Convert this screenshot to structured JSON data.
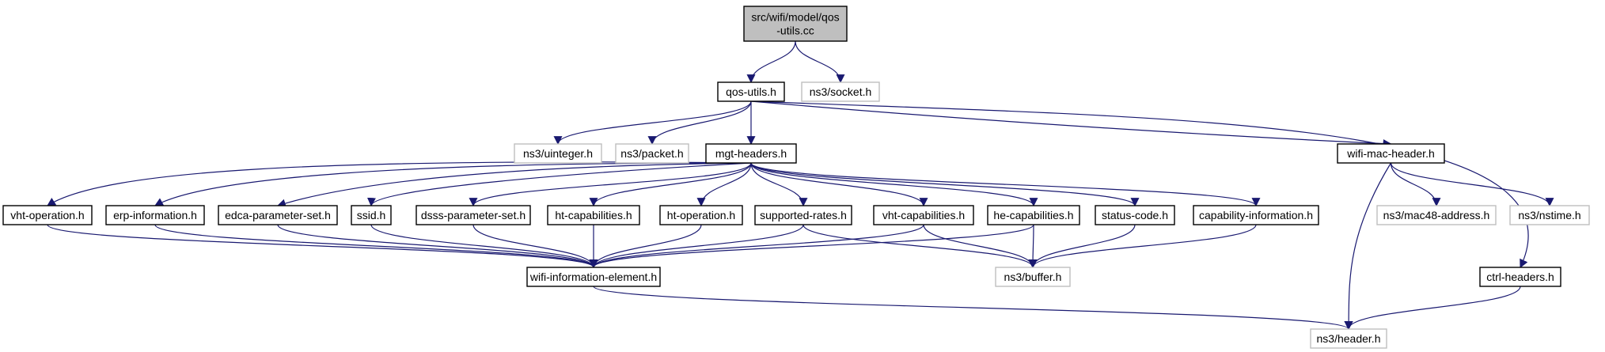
{
  "graph": {
    "colors": {
      "edge": "#191970",
      "node_border": "#000000",
      "external_border": "#bfbfbf",
      "root_fill": "#bfbfbf",
      "node_fill": "#ffffff"
    },
    "nodes": [
      {
        "id": "root",
        "lines": [
          "src/wifi/model/qos",
          "-utils.cc"
        ],
        "kind": "root"
      },
      {
        "id": "qos-utils",
        "lines": [
          "qos-utils.h"
        ],
        "kind": "file"
      },
      {
        "id": "socket",
        "lines": [
          "ns3/socket.h"
        ],
        "kind": "external"
      },
      {
        "id": "uinteger",
        "lines": [
          "ns3/uinteger.h"
        ],
        "kind": "external"
      },
      {
        "id": "packet",
        "lines": [
          "ns3/packet.h"
        ],
        "kind": "external"
      },
      {
        "id": "mgt-headers",
        "lines": [
          "mgt-headers.h"
        ],
        "kind": "file"
      },
      {
        "id": "wifi-mac-header",
        "lines": [
          "wifi-mac-header.h"
        ],
        "kind": "file"
      },
      {
        "id": "mac48",
        "lines": [
          "ns3/mac48-address.h"
        ],
        "kind": "external"
      },
      {
        "id": "nstime",
        "lines": [
          "ns3/nstime.h"
        ],
        "kind": "external"
      },
      {
        "id": "vht-operation",
        "lines": [
          "vht-operation.h"
        ],
        "kind": "file"
      },
      {
        "id": "erp-information",
        "lines": [
          "erp-information.h"
        ],
        "kind": "file"
      },
      {
        "id": "edca",
        "lines": [
          "edca-parameter-set.h"
        ],
        "kind": "file"
      },
      {
        "id": "ssid",
        "lines": [
          "ssid.h"
        ],
        "kind": "file"
      },
      {
        "id": "dsss",
        "lines": [
          "dsss-parameter-set.h"
        ],
        "kind": "file"
      },
      {
        "id": "ht-cap",
        "lines": [
          "ht-capabilities.h"
        ],
        "kind": "file"
      },
      {
        "id": "ht-op",
        "lines": [
          "ht-operation.h"
        ],
        "kind": "file"
      },
      {
        "id": "supported-rates",
        "lines": [
          "supported-rates.h"
        ],
        "kind": "file"
      },
      {
        "id": "vht-cap",
        "lines": [
          "vht-capabilities.h"
        ],
        "kind": "file"
      },
      {
        "id": "he-cap",
        "lines": [
          "he-capabilities.h"
        ],
        "kind": "file"
      },
      {
        "id": "status-code",
        "lines": [
          "status-code.h"
        ],
        "kind": "file"
      },
      {
        "id": "cap-info",
        "lines": [
          "capability-information.h"
        ],
        "kind": "file"
      },
      {
        "id": "wie",
        "lines": [
          "wifi-information-element.h"
        ],
        "kind": "file"
      },
      {
        "id": "buffer",
        "lines": [
          "ns3/buffer.h"
        ],
        "kind": "external"
      },
      {
        "id": "ctrl-headers",
        "lines": [
          "ctrl-headers.h"
        ],
        "kind": "file"
      },
      {
        "id": "header",
        "lines": [
          "ns3/header.h"
        ],
        "kind": "external"
      }
    ],
    "edges": [
      [
        "root",
        "qos-utils"
      ],
      [
        "root",
        "socket"
      ],
      [
        "qos-utils",
        "uinteger"
      ],
      [
        "qos-utils",
        "packet"
      ],
      [
        "qos-utils",
        "mgt-headers"
      ],
      [
        "qos-utils",
        "wifi-mac-header"
      ],
      [
        "qos-utils",
        "ctrl-headers"
      ],
      [
        "mgt-headers",
        "vht-operation"
      ],
      [
        "mgt-headers",
        "erp-information"
      ],
      [
        "mgt-headers",
        "edca"
      ],
      [
        "mgt-headers",
        "ssid"
      ],
      [
        "mgt-headers",
        "dsss"
      ],
      [
        "mgt-headers",
        "ht-cap"
      ],
      [
        "mgt-headers",
        "ht-op"
      ],
      [
        "mgt-headers",
        "supported-rates"
      ],
      [
        "mgt-headers",
        "vht-cap"
      ],
      [
        "mgt-headers",
        "he-cap"
      ],
      [
        "mgt-headers",
        "status-code"
      ],
      [
        "mgt-headers",
        "cap-info"
      ],
      [
        "wifi-mac-header",
        "mac48"
      ],
      [
        "wifi-mac-header",
        "nstime"
      ],
      [
        "wifi-mac-header",
        "header"
      ],
      [
        "vht-operation",
        "wie"
      ],
      [
        "erp-information",
        "wie"
      ],
      [
        "edca",
        "wie"
      ],
      [
        "ssid",
        "wie"
      ],
      [
        "dsss",
        "wie"
      ],
      [
        "ht-cap",
        "wie"
      ],
      [
        "ht-op",
        "wie"
      ],
      [
        "supported-rates",
        "wie"
      ],
      [
        "supported-rates",
        "buffer"
      ],
      [
        "vht-cap",
        "wie"
      ],
      [
        "vht-cap",
        "buffer"
      ],
      [
        "he-cap",
        "wie"
      ],
      [
        "he-cap",
        "buffer"
      ],
      [
        "status-code",
        "buffer"
      ],
      [
        "cap-info",
        "buffer"
      ],
      [
        "wie",
        "header"
      ],
      [
        "ctrl-headers",
        "header"
      ]
    ]
  }
}
